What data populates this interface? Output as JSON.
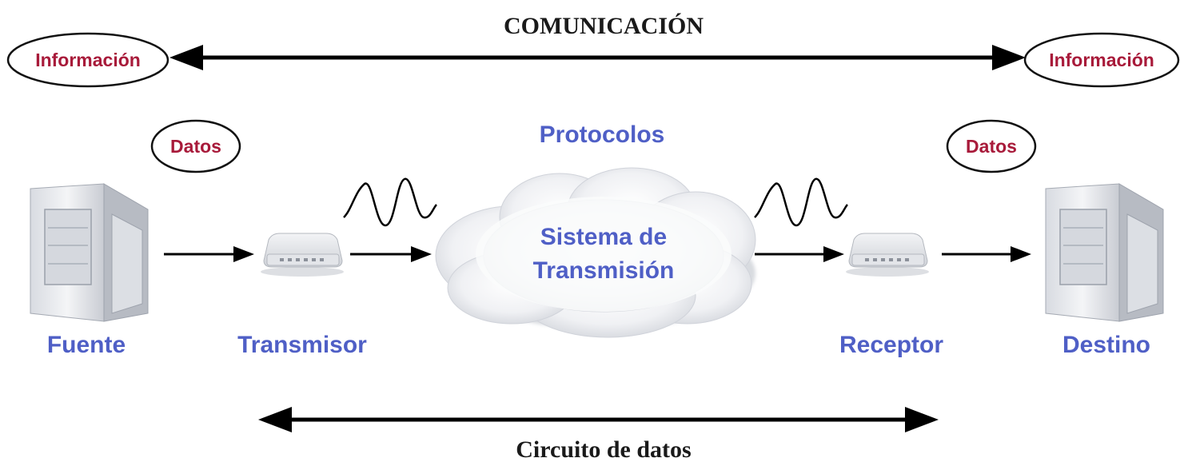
{
  "top": {
    "title": "COMUNICACIÓN",
    "left_info": "Información",
    "right_info": "Información"
  },
  "data_labels": {
    "left": "Datos",
    "right": "Datos"
  },
  "cloud": {
    "protocols": "Protocolos",
    "line1": "Sistema de",
    "line2": "Transmisión"
  },
  "nodes": {
    "source": "Fuente",
    "transmitter": "Transmisor",
    "receiver": "Receptor",
    "destination": "Destino"
  },
  "bottom": {
    "circuit": "Circuito de datos"
  },
  "colors": {
    "blue_label": "#4f5fc6",
    "oval_text": "#a81a3a",
    "arrow": "#000000"
  }
}
